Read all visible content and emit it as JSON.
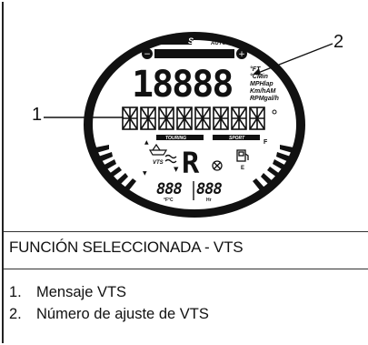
{
  "figure": {
    "callouts": [
      "1",
      "2"
    ],
    "display": {
      "brand": "S",
      "auto": "AUTO",
      "big_digits": "18888",
      "units": [
        "°FT",
        "°CMin",
        "MPHlap",
        "Km/hAM",
        "RPMgal/h"
      ],
      "mode_touring": "TOURING",
      "mode_sport": "SPORT",
      "gear": "R",
      "vts_label": "VTS",
      "fuel_full": "F",
      "fuel_empty": "E",
      "temp_digits": "888",
      "temp_unit": "°F°C",
      "hours_digits": "888",
      "hours_unit": "Hr"
    }
  },
  "caption": "FUNCIÓN SELECCIONADA - VTS",
  "legend": [
    {
      "num": "1.",
      "text": "Mensaje VTS"
    },
    {
      "num": "2.",
      "text": "Número de ajuste de VTS"
    }
  ]
}
